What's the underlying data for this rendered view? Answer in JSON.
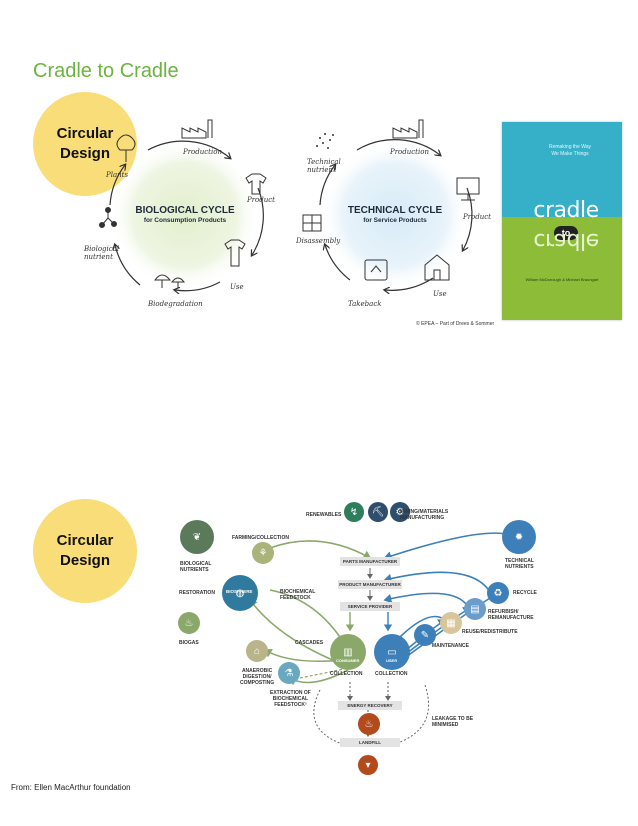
{
  "header": {
    "title": "Cradle to Cradle"
  },
  "badges": {
    "top": {
      "line1": "Circular",
      "line2": "Design"
    },
    "bottom": {
      "line1": "Circular",
      "line2": "Design"
    }
  },
  "biological_cycle": {
    "title": "BIOLOGICAL CYCLE",
    "subtitle": "for Consumption Products",
    "stages": {
      "production": "Production",
      "product": "Product",
      "use": "Use",
      "biodegradation": "Biodegradation",
      "biological_nutrient_1": "Biological",
      "biological_nutrient_2": "nutrient",
      "plants": "Plants"
    }
  },
  "technical_cycle": {
    "title": "TECHNICAL CYCLE",
    "subtitle": "for Service Products",
    "stages": {
      "technical_nutrient_1": "Technical",
      "technical_nutrient_2": "nutrient",
      "production": "Production",
      "product": "Product",
      "use": "Use",
      "takeback": "Takeback",
      "disassembly": "Disassembly"
    }
  },
  "book_cover": {
    "tagline_1": "Remaking the Way",
    "tagline_2": "We Make Things",
    "word_top": "cradle",
    "word_to": "to",
    "word_bottom": "cradle",
    "authors": "William McDonough & Michael Braungart"
  },
  "credits": {
    "epea": "© EPEA – Part of Drees & Sommer",
    "source": "From: Ellen MacArthur foundation"
  },
  "butterfly": {
    "renewables": "RENEWABLES",
    "mining_1": "MINING/MATERIALS",
    "mining_2": "MANUFACTURING",
    "farming": "FARMING/COLLECTION",
    "bio_nutrients_1": "BIOLOGICAL",
    "bio_nutrients_2": "NUTRIENTS",
    "restoration": "RESTORATION",
    "biosphere": "BIOSPHERE",
    "biochemical_1": "BIOCHEMICAL",
    "biochemical_2": "FEEDSTOCK",
    "biogas": "BIOGAS",
    "cascades": "CASCADES",
    "anaerobic_1": "ANAEROBIC",
    "anaerobic_2": "DIGESTION/",
    "anaerobic_3": "COMPOSTING",
    "extraction_1": "EXTRACTION OF",
    "extraction_2": "BIOCHEMICAL",
    "extraction_3": "FEEDSTOCK²",
    "parts_manufacturer": "PARTS MANUFACTURER",
    "product_manufacturer": "PRODUCT MANUFACTURER",
    "service_provider": "SERVICE PROVIDER",
    "consumer": "CONSUMER",
    "user": "USER",
    "collection_left": "COLLECTION",
    "collection_right": "COLLECTION",
    "energy_recovery": "ENERGY RECOVERY",
    "landfill": "LANDFILL",
    "leakage_1": "LEAKAGE TO BE",
    "leakage_2": "MINIMISED",
    "tech_nutrients_1": "TECHNICAL",
    "tech_nutrients_2": "NUTRIENTS",
    "recycle": "RECYCLE",
    "refurbish_1": "REFURBISH/",
    "refurbish_2": "REMANUFACTURE",
    "reuse": "REUSE/REDISTRIBUTE",
    "maintenance": "MAINTENANCE"
  },
  "colors": {
    "title_green": "#6db33f",
    "badge_yellow": "#f9dd78",
    "bio_green": "#8aa86a",
    "tech_blue": "#3d7fb8"
  }
}
